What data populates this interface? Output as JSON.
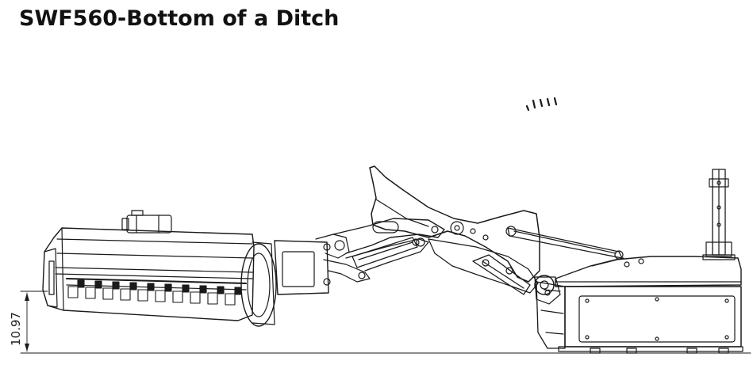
{
  "title": "SWF560-Bottom of a Ditch",
  "dimension": {
    "label": "10.97"
  },
  "colors": {
    "line": "#1a1a1a",
    "text": "#111111",
    "background": "#ffffff"
  },
  "parts": [
    "mulcher-head",
    "hydraulic-motor",
    "rotor-teeth",
    "skid-roller",
    "tilt-bracket",
    "dipper-arm",
    "main-boom",
    "boom-cylinders",
    "mast",
    "tractor-frame",
    "skid-frame"
  ]
}
